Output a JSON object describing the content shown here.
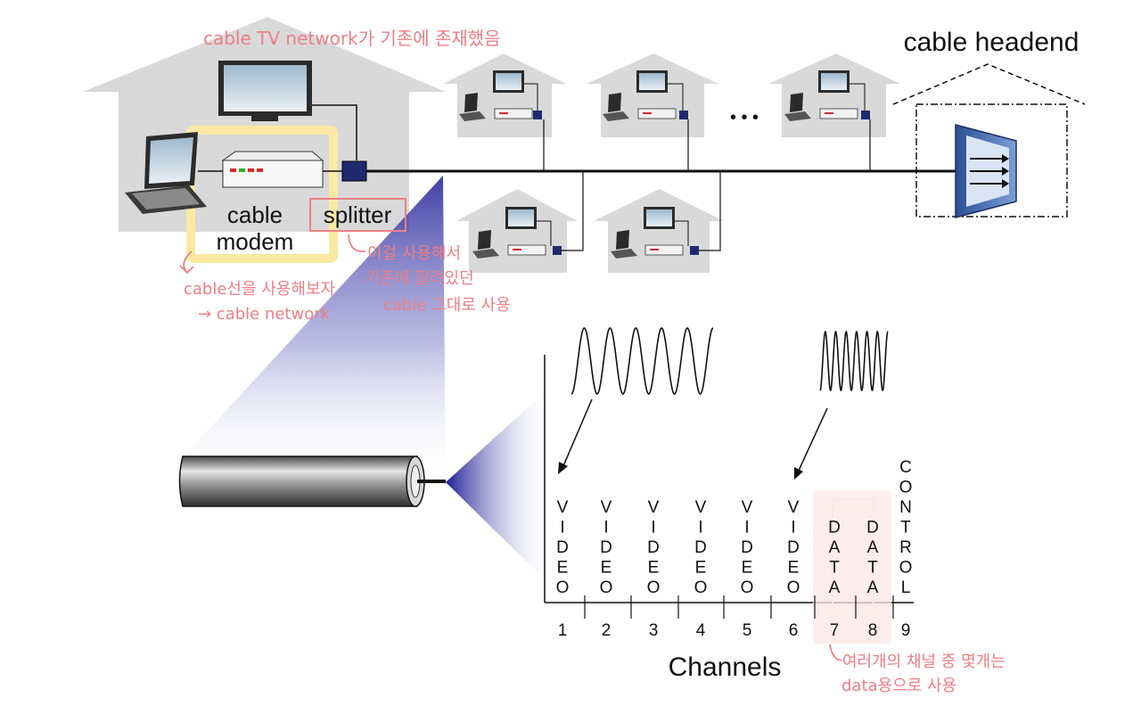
{
  "labels": {
    "cable_headend": "cable headend",
    "cable_modem_line1": "cable",
    "cable_modem_line2": "modem",
    "splitter": "splitter",
    "channels_axis": "Channels",
    "ellipsis": "• • •"
  },
  "channels": [
    {
      "number": "1",
      "name": "VIDEO"
    },
    {
      "number": "2",
      "name": "VIDEO"
    },
    {
      "number": "3",
      "name": "VIDEO"
    },
    {
      "number": "4",
      "name": "VIDEO"
    },
    {
      "number": "5",
      "name": "VIDEO"
    },
    {
      "number": "6",
      "name": "VIDEO"
    },
    {
      "number": "7",
      "name": "DATA"
    },
    {
      "number": "8",
      "name": "DATA"
    },
    {
      "number": "9",
      "name": "CONTROL"
    }
  ],
  "handwritten_notes": {
    "top": "cable TV network가 기존에 존재했음",
    "splitter_note_1": "이걸 사용해서",
    "splitter_note_2": "기존에 깔려있던",
    "splitter_note_3": "cable 그대로 사용",
    "modem_note_1": "cable선을 사용해보자",
    "modem_note_2": "→ cable network",
    "channel_note_1": "여러개의 채널 중 몇개는",
    "channel_note_2": "data용으로 사용"
  },
  "colors": {
    "house": "#d9d9d9",
    "annotation": "#ee7f86",
    "highlight_yellow": "#fbe9a3",
    "highlight_pink": "#fde7e7",
    "splitter_blue": "#1f2a6e",
    "beam_blue": "#23239a"
  }
}
